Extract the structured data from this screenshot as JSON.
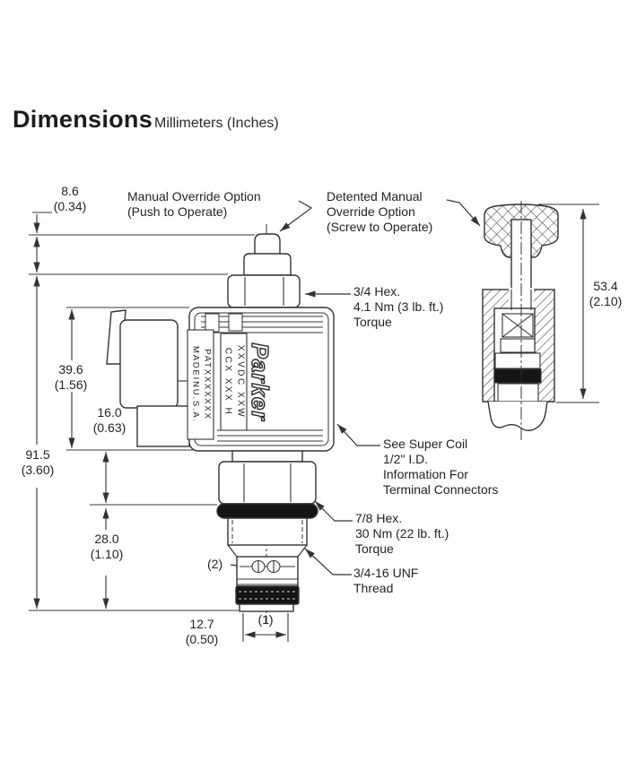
{
  "header": {
    "title": "Dimensions",
    "subtitle": "Millimeters (Inches)"
  },
  "callouts": {
    "manual_override": [
      "Manual Override Option",
      "(Push to Operate)"
    ],
    "detented_override": [
      "Detented Manual",
      "Override Option",
      "(Screw to Operate)"
    ],
    "hex_34": [
      "3/4 Hex.",
      "4.1 Nm (3 lb. ft.)",
      "Torque"
    ],
    "super_coil": [
      "See Super Coil",
      "1/2\" I.D.",
      "Information For",
      "Terminal Connectors"
    ],
    "hex_78": [
      "7/8 Hex.",
      "30 Nm (22 lb. ft.)",
      "Torque"
    ],
    "unf_thread": [
      "3/4-16 UNF",
      "Thread"
    ]
  },
  "dimensions": {
    "button_height": {
      "mm": "8.6",
      "inch": "(0.34)"
    },
    "coil_height": {
      "mm": "39.6",
      "inch": "(1.56)"
    },
    "coil_offset": {
      "mm": "16.0",
      "inch": "(0.63)"
    },
    "overall_height": {
      "mm": "91.5",
      "inch": "(3.60)"
    },
    "cartridge_height": {
      "mm": "28.0",
      "inch": "(1.10)"
    },
    "nose_diameter": {
      "mm": "12.7",
      "inch": "(0.50)"
    },
    "detent_height": {
      "mm": "53.4",
      "inch": "(2.10)"
    },
    "ref_1": "(1)",
    "ref_2": "(2)"
  },
  "coil_markings": {
    "brand": "Parker",
    "spec_line1": "XXVDC XXW",
    "spec_line2": "CCX XXX H",
    "patent": "PATXXXXXXX",
    "origin": "MADEINU.S.A."
  },
  "colors": {
    "line": "#333333",
    "fill_black": "#151515",
    "background": "#ffffff",
    "text": "#232323"
  }
}
